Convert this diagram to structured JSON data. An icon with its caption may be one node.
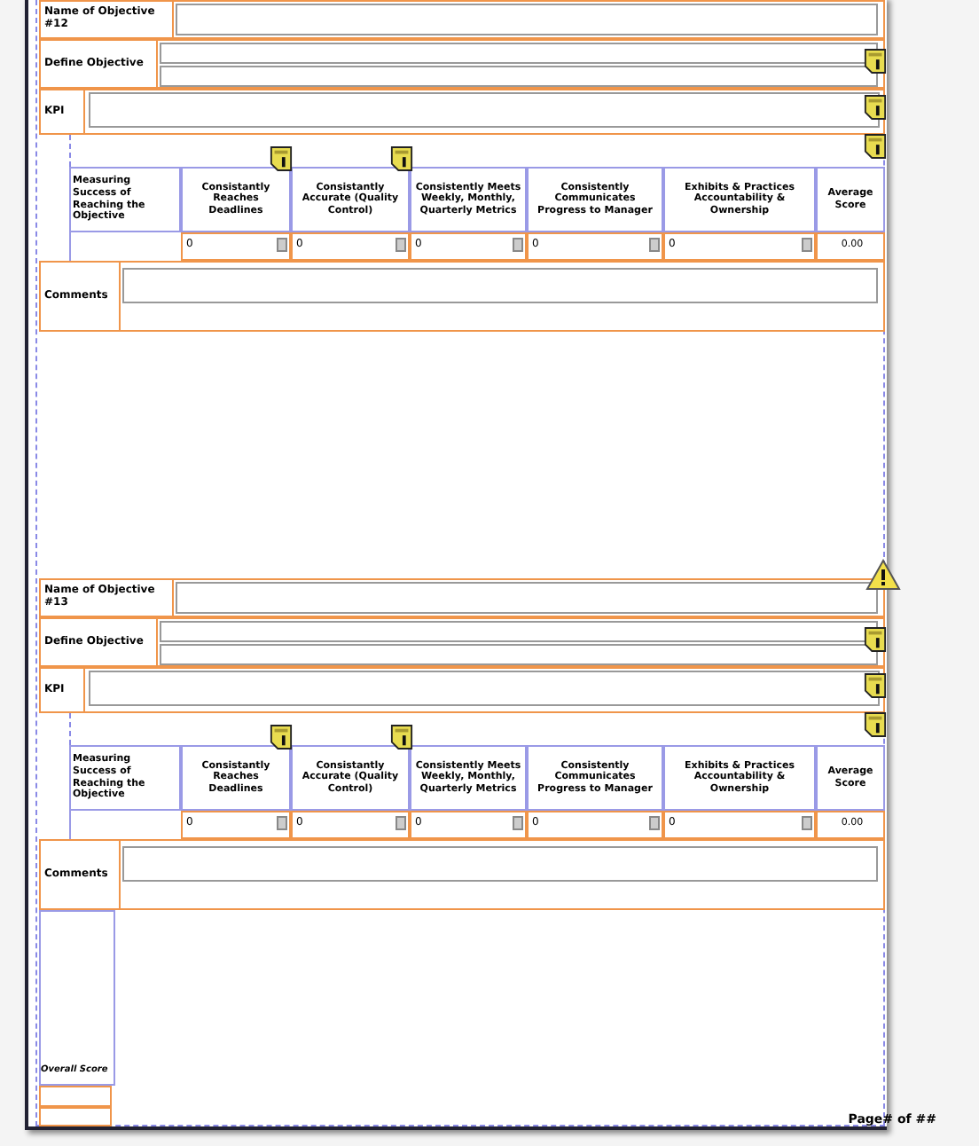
{
  "diagram": {
    "labels": [
      "Name of Objective #12",
      "Define Objective",
      "KPI",
      "Measuring Success of Reaching the Objective",
      "Consistantly Reaches Deadlines",
      "Consistantly Accurate (Quality Control)",
      "Consistently Meets Weekly, Monthly, Quarterly Metrics",
      "Consistently Communicates Progress to Manager",
      "Exhibits & Practices Accountability & Ownership",
      "Average Score",
      "0",
      "0",
      "0",
      "0",
      "0",
      "0.00",
      "Comments",
      "Name of Objective #13",
      "Define Objective",
      "KPI",
      "Measuring Success of Reaching the Objective",
      "Consistantly Reaches Deadlines",
      "Consistantly Accurate (Quality Control)",
      "Consistently Meets Weekly, Monthly, Quarterly Metrics",
      "Consistently Communicates Progress to Manager",
      "Exhibits & Practices Accountability & Ownership",
      "Average Score",
      "0",
      "0",
      "0",
      "0",
      "0",
      "0.00",
      "Comments",
      "Overall Score",
      "Page# of ##"
    ]
  }
}
